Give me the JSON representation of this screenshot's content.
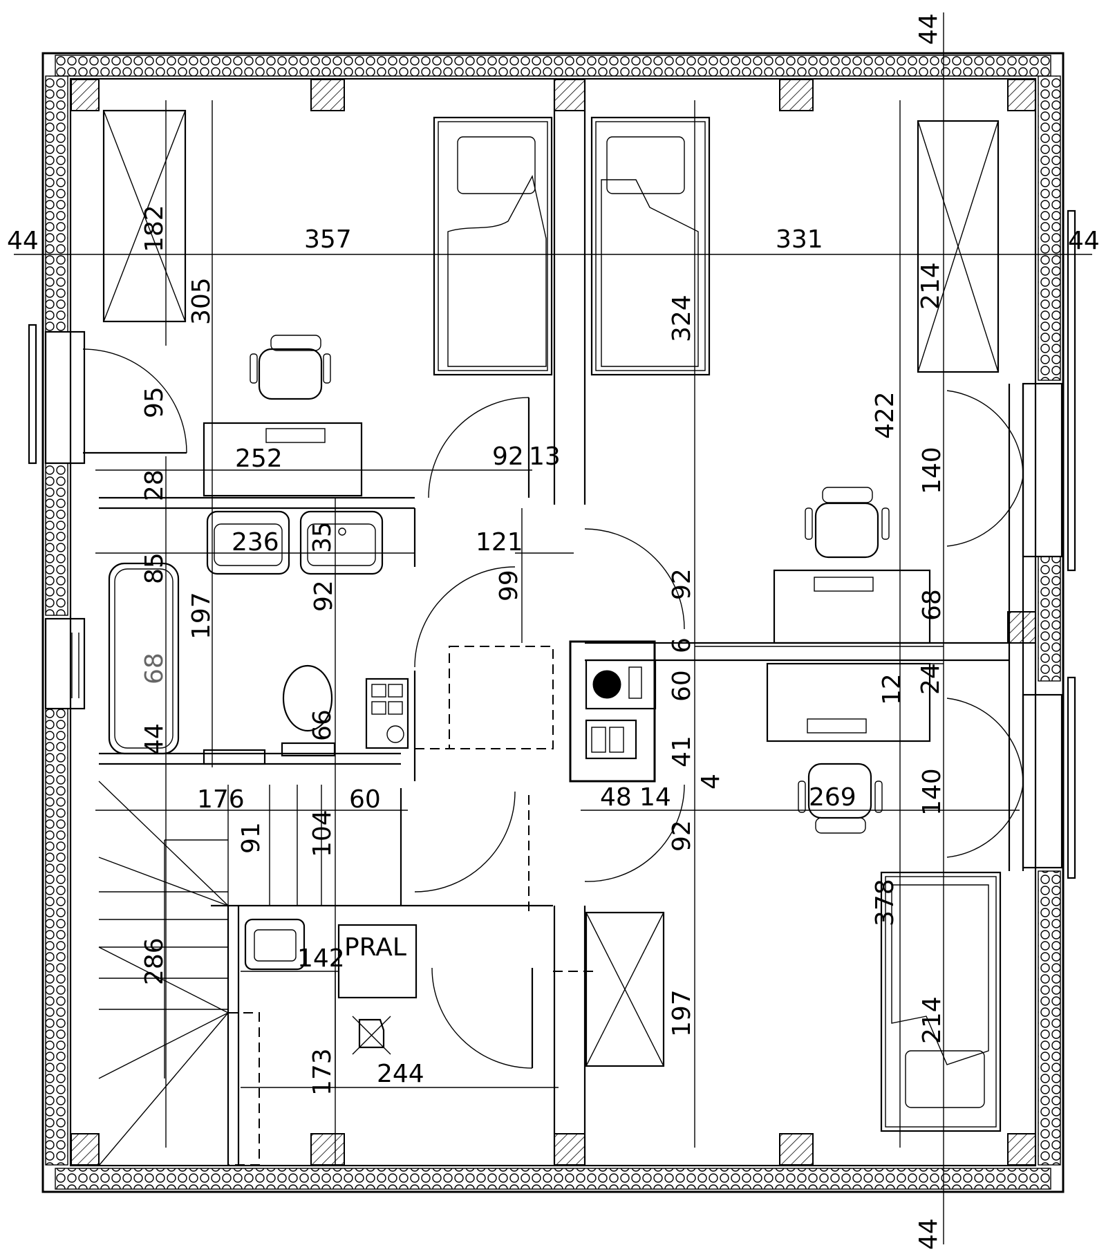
{
  "plan": {
    "dimensions": {
      "top_outer_right": "44",
      "left_outer": "44",
      "right_outer": "44",
      "bottom_outer_right": "44",
      "room_width_left": "357",
      "room_width_right": "331",
      "wardrobe_left": "182",
      "room_depth_left": "305",
      "door_left": "95",
      "desk_left": "252",
      "offset_28": "28",
      "door_92_top": "92",
      "offset_13": "13",
      "bath_236": "236",
      "bath_35": "35",
      "corridor_121": "121",
      "corridor_99": "99",
      "door_92_mid": "92",
      "bath_85": "85",
      "bath_197": "197",
      "bathroom_92": "92",
      "tub_68": "68",
      "toilet_66": "66",
      "bath_44": "44",
      "bed_324": "324",
      "room_depth_right": "422",
      "wardrobe_right_top": "214",
      "window_140_top": "140",
      "desk_68": "68",
      "offset_6": "6",
      "chimney_60": "60",
      "offset_12": "12",
      "offset_24": "24",
      "chimney_41": "41",
      "offset_4": "4",
      "desk_269": "269",
      "window_140_bottom": "140",
      "stair_176": "176",
      "stair_60": "60",
      "stair_91": "91",
      "stair_104": "104",
      "corridor_48": "48",
      "corridor_14": "14",
      "door_92_low": "92",
      "stair_286": "286",
      "laundry_142": "142",
      "laundry_label": "PRAL",
      "room_378": "378",
      "wardrobe_right_bottom": "214",
      "closet_197": "197",
      "laundry_173": "173",
      "laundry_244": "244"
    }
  }
}
